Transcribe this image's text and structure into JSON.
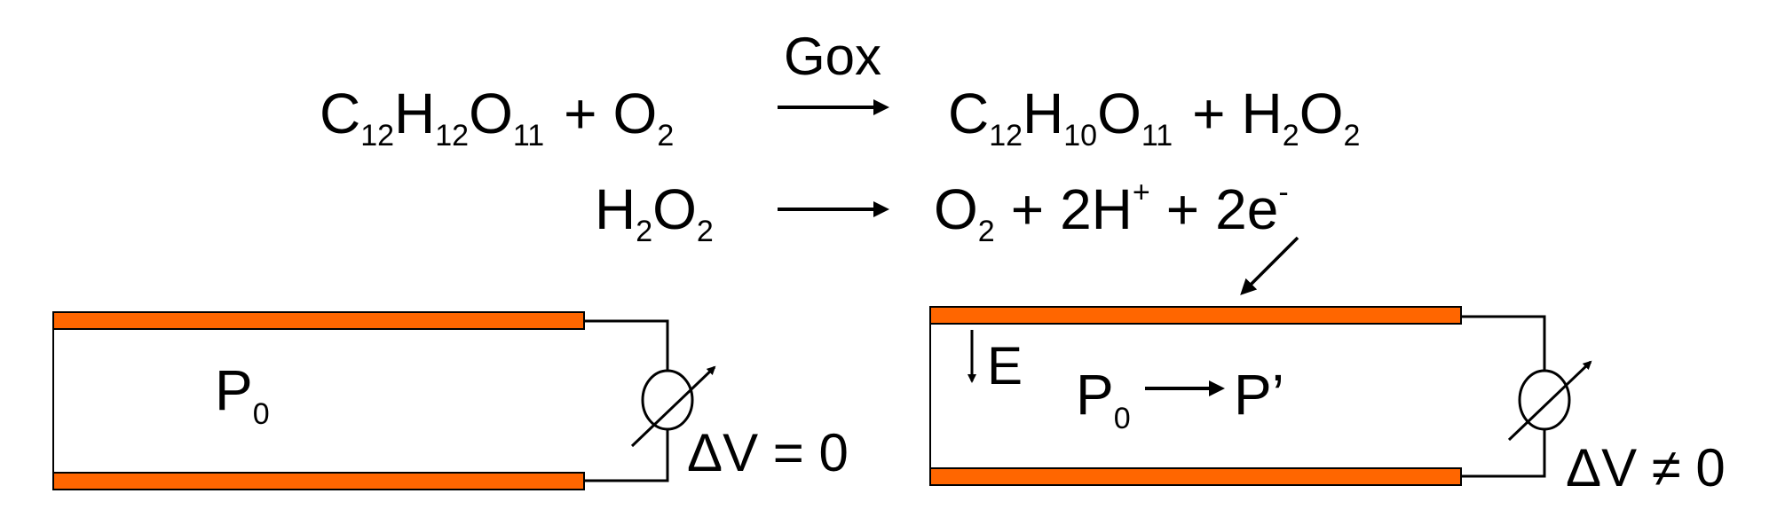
{
  "colors": {
    "electrode": "#ff6600",
    "ink": "#000000",
    "background": "#ffffff"
  },
  "reaction1": {
    "lhs": {
      "c": "C",
      "c_sub": "12",
      "h": "H",
      "h_sub": "12",
      "o": "O",
      "o_sub": "11",
      "plus": "+",
      "o2": "O",
      "o2_sub": "2"
    },
    "arrow_label": "Gox",
    "rhs": {
      "c": "C",
      "c_sub": "12",
      "h": "H",
      "h_sub": "10",
      "o": "O",
      "o_sub": "11",
      "plus": "+",
      "h2": "H",
      "h2_sub": "2",
      "o2": "O",
      "o2_sub": "2"
    }
  },
  "reaction2": {
    "lhs": {
      "h": "H",
      "h_sub": "2",
      "o": "O",
      "o_sub": "2"
    },
    "rhs": {
      "o": "O",
      "o_sub": "2",
      "plus1": "+",
      "h_coef": "2H",
      "h_sup": "+",
      "plus2": "+",
      "e_coef": "2e",
      "e_sup": "-"
    }
  },
  "left_panel": {
    "p_label": "P",
    "p_sub": "0",
    "voltage": "ΔV = 0"
  },
  "right_panel": {
    "e_label": "E",
    "p_label": "P",
    "p_sub": "0",
    "p_prime": "P’",
    "voltage": "ΔV ≠ 0"
  },
  "icons": [
    "meter-icon",
    "down-arrow-icon",
    "right-arrow-icon",
    "electron-arrow-icon"
  ]
}
